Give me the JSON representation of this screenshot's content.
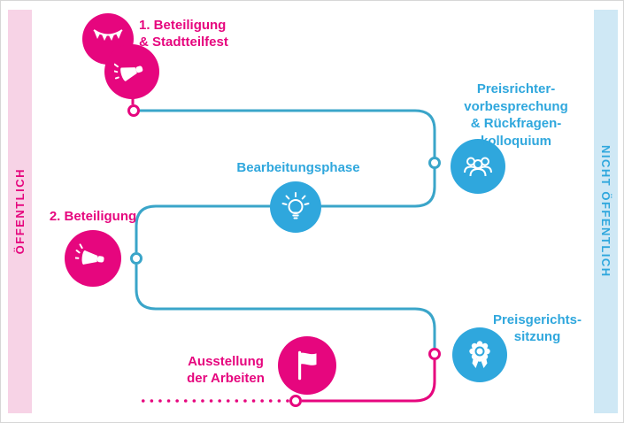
{
  "bands": {
    "left": "ÖFFENTLICH",
    "right": "NICHT ÖFFENTLICH"
  },
  "steps": {
    "beteiligung1": "1. Beteiligung\n& Stadtteilfest",
    "preisrichter": "Preisrichter-\nvorbesprechung\n& Rückfragen-\nkolloquium",
    "bearbeitung": "Bearbeitungsphase",
    "beteiligung2": "2. Beteiligung",
    "preisgericht": "Preisgerichts-\nsitzung",
    "ausstellung": "Ausstellung\nder Arbeiten"
  },
  "colors": {
    "pink": "#e6067e",
    "pink_band": "#f7d3e6",
    "blue": "#2fa7dd",
    "blue_band": "#cfe8f5",
    "line_teal": "#3aa5c9"
  },
  "icons": {
    "cluster1_top": "bunting-icon",
    "cluster1_bottom": "megaphone-icon",
    "preisrichter": "people-icon",
    "bearbeitung": "lightbulb-icon",
    "beteiligung2": "megaphone-icon",
    "preisgericht": "medal-icon",
    "ausstellung": "flag-icon"
  }
}
